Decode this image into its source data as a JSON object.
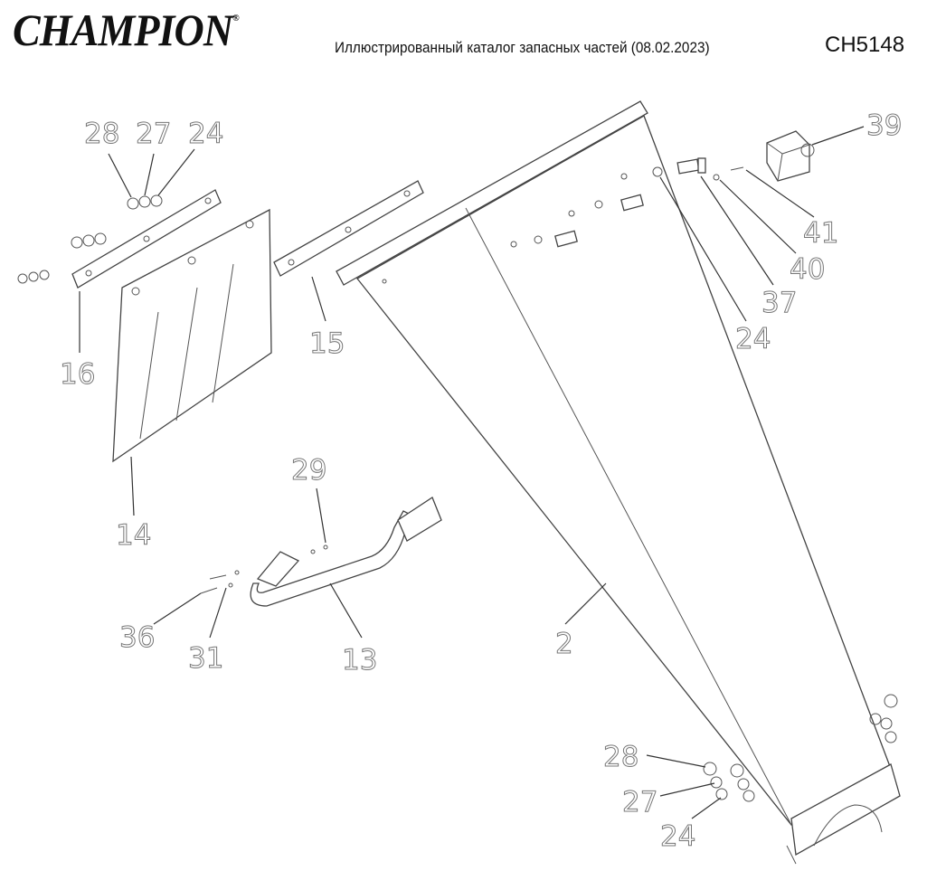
{
  "header": {
    "brand": "CHAMPION",
    "registered_mark": "®",
    "title": "Иллюстрированный каталог запасных частей (08.02.2023)",
    "model": "CH5148"
  },
  "callouts": {
    "c28a": "28",
    "c27a": "27",
    "c24a": "24",
    "c16": "16",
    "c15": "15",
    "c14": "14",
    "c29": "29",
    "c36": "36",
    "c31": "31",
    "c13": "13",
    "c2": "2",
    "c39": "39",
    "c41": "41",
    "c40": "40",
    "c37": "37",
    "c24b": "24",
    "c28b": "28",
    "c27b": "27",
    "c24c": "24"
  }
}
